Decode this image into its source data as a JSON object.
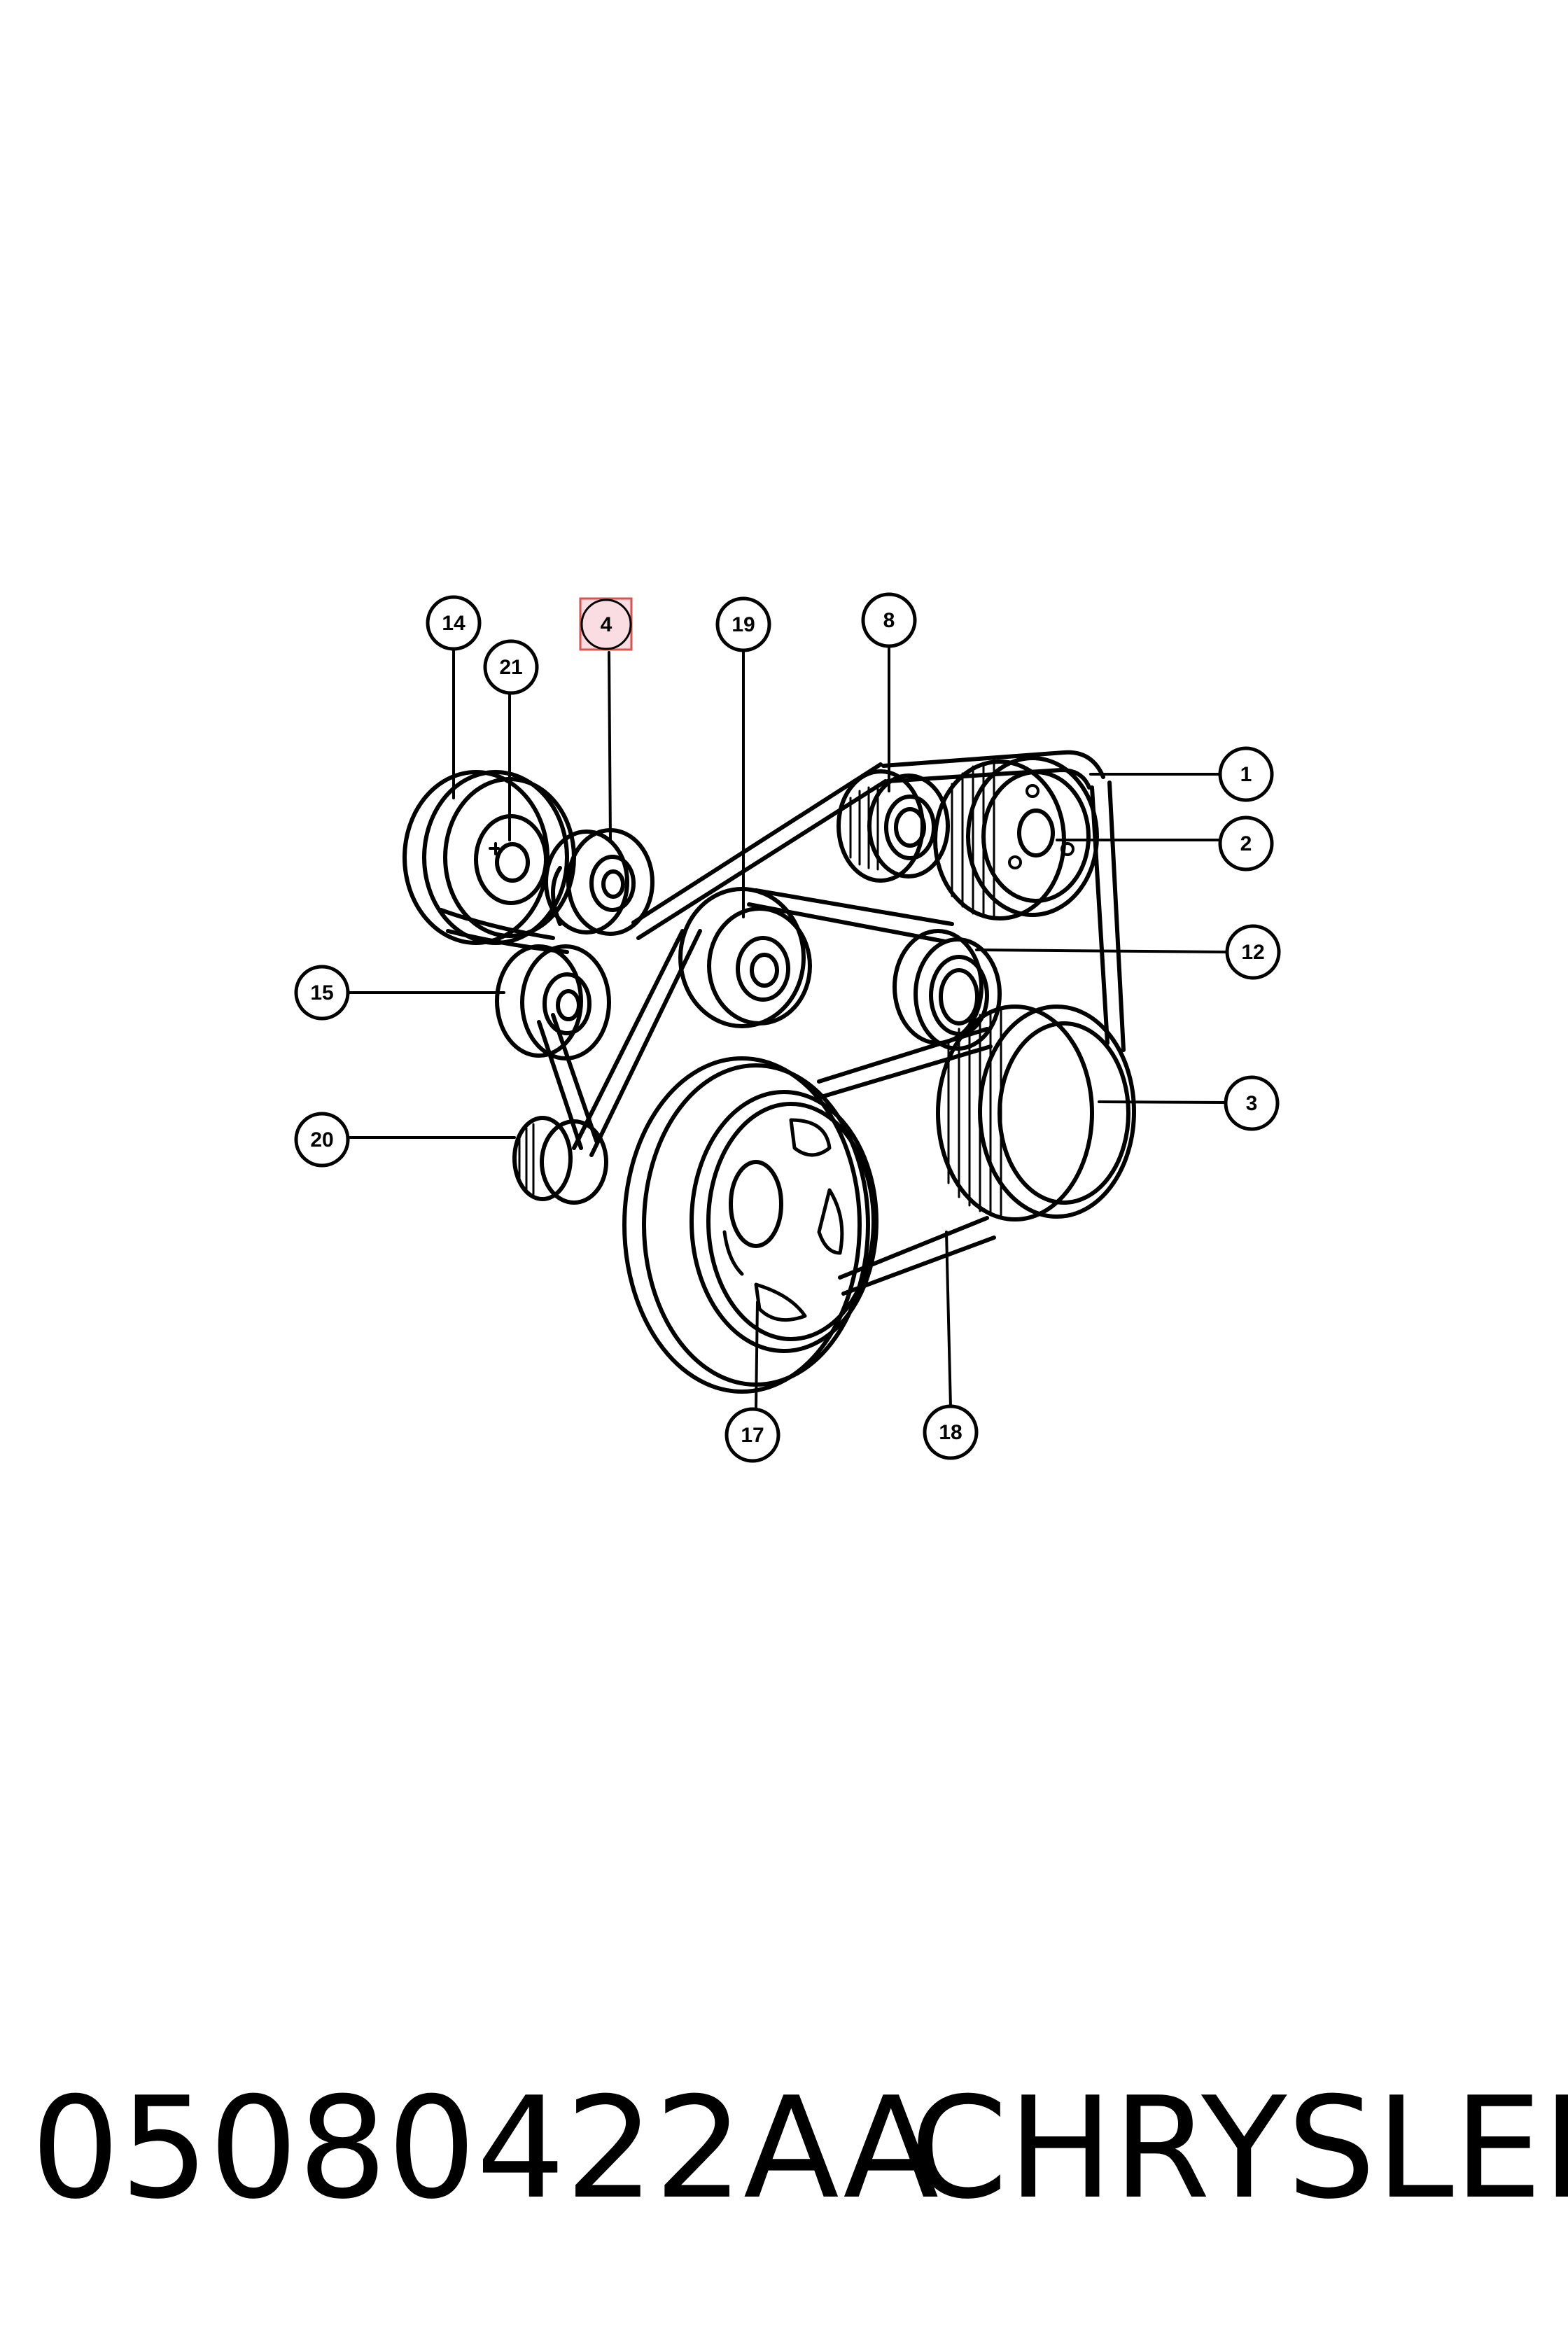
{
  "callouts": [
    {
      "label": "14"
    },
    {
      "label": "21"
    },
    {
      "label": "4",
      "highlighted": true
    },
    {
      "label": "19"
    },
    {
      "label": "8"
    },
    {
      "label": "1"
    },
    {
      "label": "2"
    },
    {
      "label": "12"
    },
    {
      "label": "15"
    },
    {
      "label": "3"
    },
    {
      "label": "20"
    },
    {
      "label": "17"
    },
    {
      "label": "18"
    }
  ],
  "caption": {
    "part_number": "05080422AA",
    "brand": "CHRYSLER"
  },
  "colors": {
    "highlight_fill": "#f9dde3",
    "highlight_border": "#d9534f",
    "line": "#000000"
  }
}
